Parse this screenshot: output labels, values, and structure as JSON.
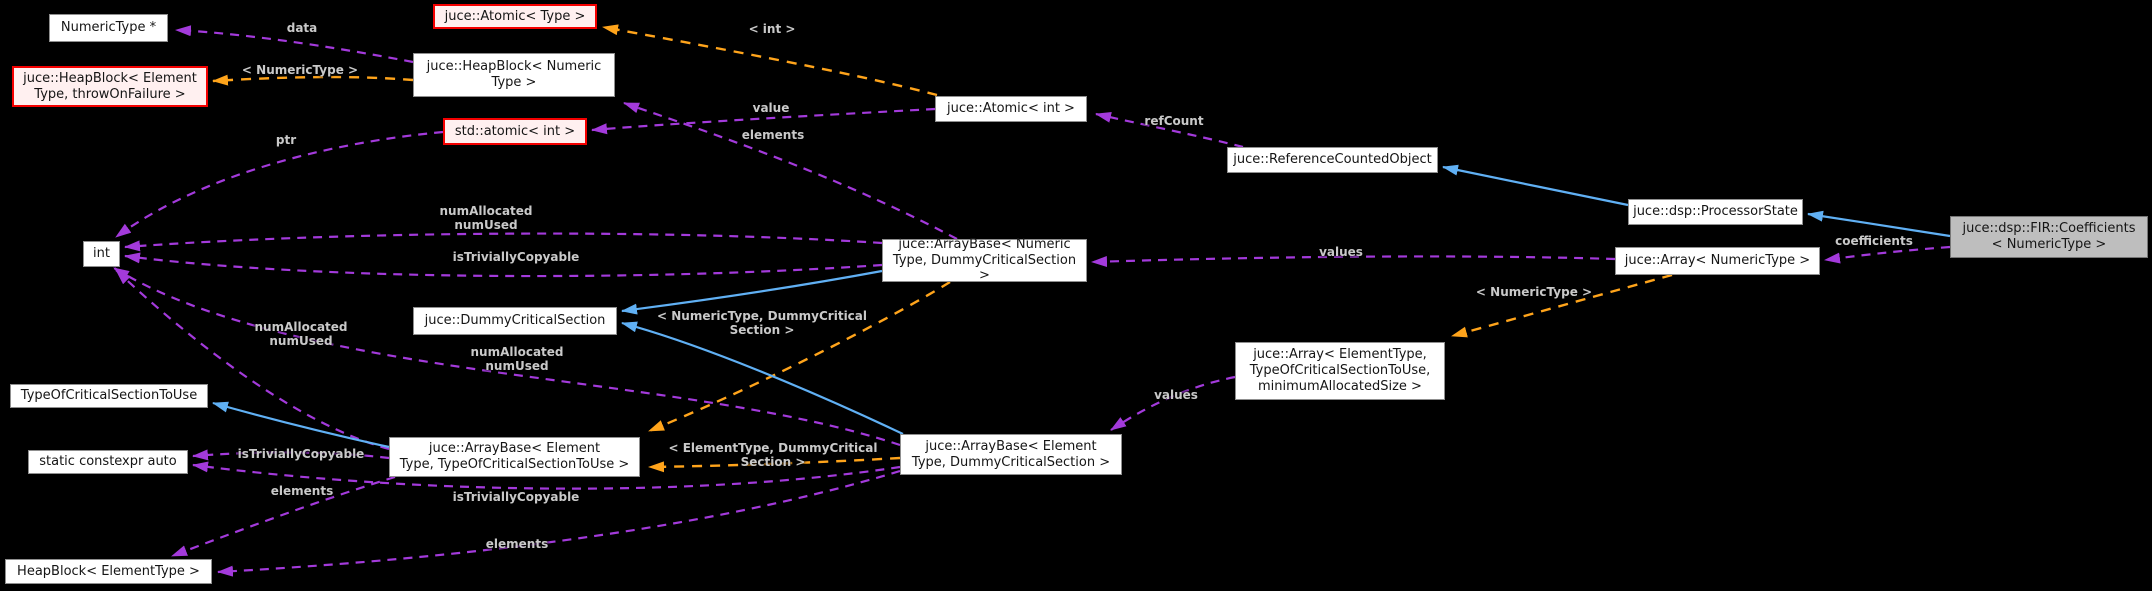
{
  "diagram": {
    "kind": "collaboration-graph",
    "main_node": "juce::dsp::FIR::Coefficients< NumericType >",
    "colors": {
      "background": "#000000",
      "usage_edge": "#A33ADB",
      "template_edge": "#FFA41B",
      "inheritance_edge": "#60B0F4",
      "node_bg": "#FFFFFF",
      "node_border": "#8F8F8F",
      "template_node_bg": "#FFF0F0",
      "template_node_border": "#F40000",
      "main_node_bg": "#BEBEBE",
      "edge_label_text": "#C9C9C9"
    },
    "nodes": [
      {
        "id": "numerictype-ptr",
        "label": "NumericType *",
        "style": "plain"
      },
      {
        "id": "heapblock-element-throw",
        "label": "juce::HeapBlock< Element\nType, throwOnFailure >",
        "style": "red"
      },
      {
        "id": "atomic-type",
        "label": "juce::Atomic< Type >",
        "style": "red"
      },
      {
        "id": "heapblock-numeric",
        "label": "juce::HeapBlock< Numeric\nType >",
        "style": "plain"
      },
      {
        "id": "std-atomic-int",
        "label": "std::atomic< int >",
        "style": "red"
      },
      {
        "id": "atomic-int",
        "label": "juce::Atomic< int >",
        "style": "plain"
      },
      {
        "id": "reference-counted-object",
        "label": "juce::ReferenceCountedObject",
        "style": "plain"
      },
      {
        "id": "processor-state",
        "label": "juce::dsp::ProcessorState",
        "style": "plain"
      },
      {
        "id": "fir-coefficients",
        "label": "juce::dsp::FIR::Coefficients\n< NumericType >",
        "style": "main"
      },
      {
        "id": "array-numerictype",
        "label": "juce::Array< NumericType >",
        "style": "plain"
      },
      {
        "id": "int",
        "label": "int",
        "style": "plain"
      },
      {
        "id": "arraybase-numeric-dummy",
        "label": "juce::ArrayBase< Numeric\nType, DummyCriticalSection >",
        "style": "plain"
      },
      {
        "id": "dummy-critical-section",
        "label": "juce::DummyCriticalSection",
        "style": "plain"
      },
      {
        "id": "array-elementtype",
        "label": "juce::Array< ElementType,\nTypeOfCriticalSectionToUse,\nminimumAllocatedSize >",
        "style": "plain"
      },
      {
        "id": "typeof-critical-section",
        "label": "TypeOfCriticalSectionToUse",
        "style": "plain"
      },
      {
        "id": "static-constexpr-auto",
        "label": "static constexpr auto",
        "style": "plain"
      },
      {
        "id": "arraybase-element-tofc",
        "label": "juce::ArrayBase< Element\nType, TypeOfCriticalSectionToUse >",
        "style": "plain"
      },
      {
        "id": "arraybase-element-dummy",
        "label": "juce::ArrayBase< Element\nType, DummyCriticalSection >",
        "style": "plain"
      },
      {
        "id": "heapblock-elementtype",
        "label": "HeapBlock< ElementType >",
        "style": "plain"
      }
    ],
    "edge_labels": [
      {
        "id": "data",
        "text": "data"
      },
      {
        "id": "tmpl-numerictype",
        "text": "< NumericType >"
      },
      {
        "id": "tmpl-int",
        "text": "< int >"
      },
      {
        "id": "value",
        "text": "value"
      },
      {
        "id": "elements-1",
        "text": "elements"
      },
      {
        "id": "refcount",
        "text": "refCount"
      },
      {
        "id": "coefficients",
        "text": "coefficients"
      },
      {
        "id": "ptr",
        "text": "ptr"
      },
      {
        "id": "numalloc-1",
        "text": "numAllocated\nnumUsed"
      },
      {
        "id": "istriv-1",
        "text": "isTriviallyCopyable"
      },
      {
        "id": "values-1",
        "text": "values"
      },
      {
        "id": "tmpl-numeric-dummy",
        "text": "< NumericType, DummyCritical\nSection >"
      },
      {
        "id": "numalloc-2",
        "text": "numAllocated\nnumUsed"
      },
      {
        "id": "numalloc-3",
        "text": "numAllocated\nnumUsed"
      },
      {
        "id": "tmpl-numerictype-2",
        "text": "< NumericType >"
      },
      {
        "id": "values-2",
        "text": "values"
      },
      {
        "id": "istriv-2",
        "text": "isTriviallyCopyable"
      },
      {
        "id": "tmpl-element-dummy",
        "text": "< ElementType, DummyCritical\nSection >"
      },
      {
        "id": "istriv-3",
        "text": "isTriviallyCopyable"
      },
      {
        "id": "elements-2",
        "text": "elements"
      },
      {
        "id": "elements-3",
        "text": "elements"
      }
    ]
  }
}
